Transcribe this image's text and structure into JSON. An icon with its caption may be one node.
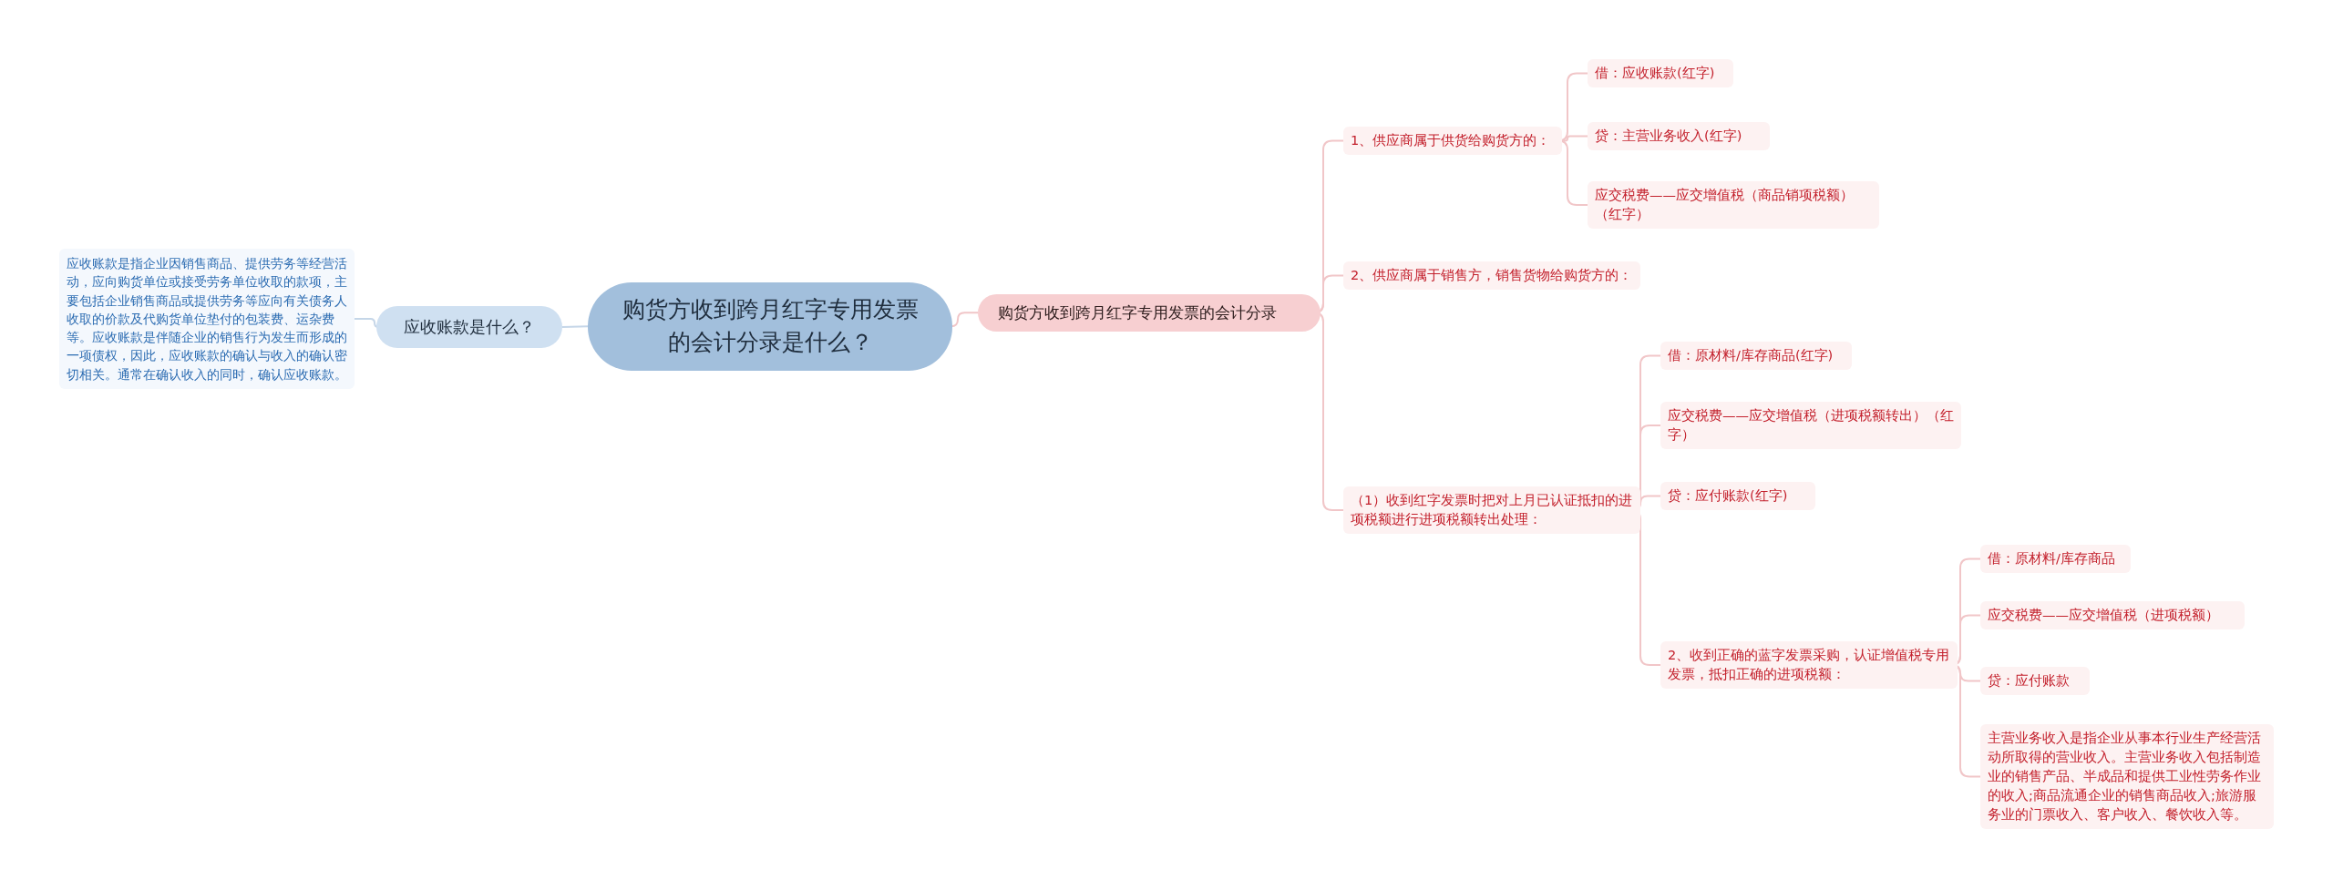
{
  "diagram": {
    "nodes": [
      {
        "text": [
          "购货方收到跨月红字专用发票的会计分录是什么？"
        ]
      },
      {
        "text": [
          "应收账款是什么？"
        ]
      },
      {
        "text": [
          "应收账款是指企业因销售商品、提供劳务等经营活动，应向购货单位或接受劳务单位收取的款项，主要包括企业销售商品或提供劳务等应向有关债务人收取的价款及代购货单位垫付的包装费、运杂费等。应收账款是伴随企业的销售行为发生而形成的一项债权，因此，应收账款的确认与收入的确认密切相关。通常在确认收入的同时，确认应收账款。"
        ]
      },
      {
        "text": [
          "购货方收到跨月红字专用发票的会计分录"
        ]
      },
      {
        "text": [
          "1、供应商属于供货给购货方的："
        ]
      },
      {
        "text": [
          "借：应收账款(红字)"
        ]
      },
      {
        "text": [
          "贷：主营业务收入(红字)"
        ]
      },
      {
        "text": [
          "应交税费——应交增值税（商品销项税额）（红字）"
        ]
      },
      {
        "text": [
          "2、供应商属于销售方，销售货物给购货方的："
        ]
      },
      {
        "text": [
          "（1）收到红字发票时把对上月已认证抵扣的进项税额进行进项税额转出处理："
        ]
      },
      {
        "text": [
          "借：原材料/库存商品(红字)"
        ]
      },
      {
        "text": [
          "应交税费——应交增值税（进项税额转出）（红字）"
        ]
      },
      {
        "text": [
          "贷：应付账款(红字)"
        ]
      },
      {
        "text": [
          "2、收到正确的蓝字发票采购，认证增值税专用发票，抵扣正确的进项税额："
        ]
      },
      {
        "text": [
          "借：原材料/库存商品"
        ]
      },
      {
        "text": [
          "应交税费——应交增值税（进项税额）"
        ]
      },
      {
        "text": [
          "贷：应付账款"
        ]
      },
      {
        "text": [
          "主营业务收入是指企业从事本行业生产经营活动所取得的营业收入。主营业务收入包括制造业的销售产品、半成品和提供工业性劳务作业的收入;商品流通企业的销售商品收入;旅游服务业的门票收入、客户收入、餐饮收入等。"
        ]
      }
    ],
    "edges": [
      {
        "from": 0,
        "to": 1,
        "arrow": "none",
        "color": "#c5d6e8"
      },
      {
        "from": 1,
        "to": 2,
        "arrow": "none",
        "color": "#c5d6e8"
      },
      {
        "from": 0,
        "to": 3,
        "arrow": "none"
      },
      {
        "from": 3,
        "to": 4,
        "arrow": "none"
      },
      {
        "from": 4,
        "to": 5,
        "arrow": "none"
      },
      {
        "from": 4,
        "to": 6,
        "arrow": "none"
      },
      {
        "from": 4,
        "to": 7,
        "arrow": "none"
      },
      {
        "from": 3,
        "to": 8,
        "arrow": "none"
      },
      {
        "from": 3,
        "to": 9,
        "arrow": "none"
      },
      {
        "from": 9,
        "to": 10,
        "arrow": "none"
      },
      {
        "from": 9,
        "to": 11,
        "arrow": "none"
      },
      {
        "from": 9,
        "to": 12,
        "arrow": "none"
      },
      {
        "from": 9,
        "to": 13,
        "arrow": "none"
      },
      {
        "from": 13,
        "to": 14,
        "arrow": "none"
      },
      {
        "from": 13,
        "to": 15,
        "arrow": "none"
      },
      {
        "from": 13,
        "to": 16,
        "arrow": "none"
      },
      {
        "from": 13,
        "to": 17,
        "arrow": "none"
      }
    ]
  }
}
